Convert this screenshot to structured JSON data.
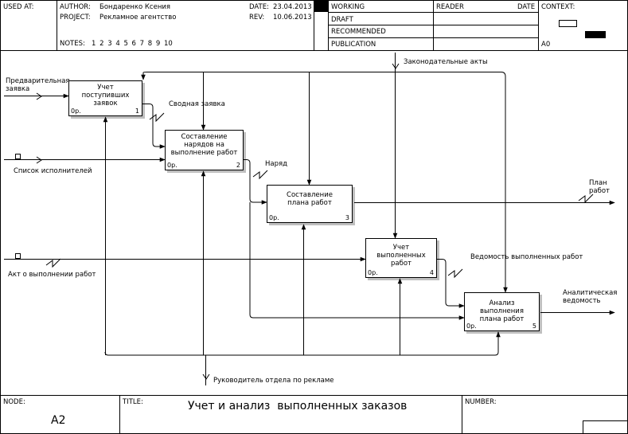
{
  "header": {
    "used_at_label": "USED AT:",
    "author_label": "AUTHOR:",
    "author": "Бондаренко Ксения",
    "project_label": "PROJECT:",
    "project": "Рекламное агентство",
    "date_label": "DATE:",
    "date": "23.04.2013",
    "rev_label": "REV:",
    "rev": "10.06.2013",
    "notes_label": "NOTES:",
    "notes": "1 2 3 4 5 6 7 8 9 10",
    "status": [
      "WORKING",
      "DRAFT",
      "RECOMMENDED",
      "PUBLICATION"
    ],
    "reader_label": "READER",
    "reader_date_label": "DATE",
    "context_label": "CONTEXT:",
    "context_node": "A0"
  },
  "boxes": [
    {
      "title": "Учет поступивших заявок",
      "cost": "0р.",
      "num": "1"
    },
    {
      "title": "Составление нарядов на выполнение работ",
      "cost": "0р.",
      "num": "2"
    },
    {
      "title": "Составление плана работ",
      "cost": "0р.",
      "num": "3"
    },
    {
      "title": "Учет выполненных работ",
      "cost": "0р.",
      "num": "4"
    },
    {
      "title": "Анализ выполнения плана работ",
      "cost": "0р.",
      "num": "5"
    }
  ],
  "arrows": {
    "preliminary_request": "Предварительная заявка",
    "summary_request": "Сводная заявка",
    "performers_list": "Список исполнителей",
    "work_order": "Наряд",
    "work_plan": "План работ",
    "legislation": "Законодательные акты",
    "completion_act": "Акт о выполнении работ",
    "completed_works_sheet": "Ведомость выполненных работ",
    "analytical_sheet": "Аналитическая ведомость",
    "department_head": "Руководитель отдела по рекламе"
  },
  "footer": {
    "node_label": "NODE:",
    "node": "A2",
    "title_label": "TITLE:",
    "title": "Учет и анализ  выполненных заказов",
    "number_label": "NUMBER:"
  }
}
